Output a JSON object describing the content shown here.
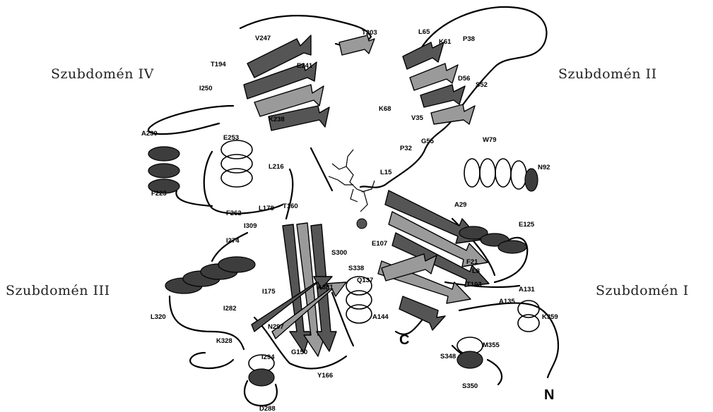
{
  "subdomains": {
    "iv": "Szubdomén IV",
    "ii": "Szubdomén II",
    "iii": "Szubdomén III",
    "i": "Szubdomén I"
  },
  "termini": {
    "c": "C",
    "n": "N"
  },
  "residues": {
    "V247": "V247",
    "T203": "T203",
    "T194": "T194",
    "E241": "E241",
    "I250": "I250",
    "K238": "K238",
    "A230": "A230",
    "E253": "E253",
    "L216": "L216",
    "F223": "F223",
    "L178": "L178",
    "T160": "T160",
    "F262": "F262",
    "I309": "I309",
    "I274": "I274",
    "S300": "S300",
    "S338": "S338",
    "I175": "I175",
    "A331": "A331",
    "I282": "I282",
    "L320": "L320",
    "K328": "K328",
    "N297": "N297",
    "I294": "I294",
    "G150": "G150",
    "Y166": "Y166",
    "D288": "D288",
    "Q137": "Q137",
    "A144": "A144",
    "E107": "E107",
    "L65": "L65",
    "K61": "K61",
    "P38": "P38",
    "D56": "D56",
    "S52": "S52",
    "K68": "K68",
    "V35": "V35",
    "P32": "P32",
    "G55": "G55",
    "W79": "W79",
    "N92": "N92",
    "L15": "L15",
    "A29": "A29",
    "E125": "E125",
    "F21": "F21",
    "L8": "L8",
    "T103": "T103",
    "A131": "A131",
    "A135": "A135",
    "K359": "K359",
    "S348": "S348",
    "M355": "M355",
    "S350": "S350"
  }
}
